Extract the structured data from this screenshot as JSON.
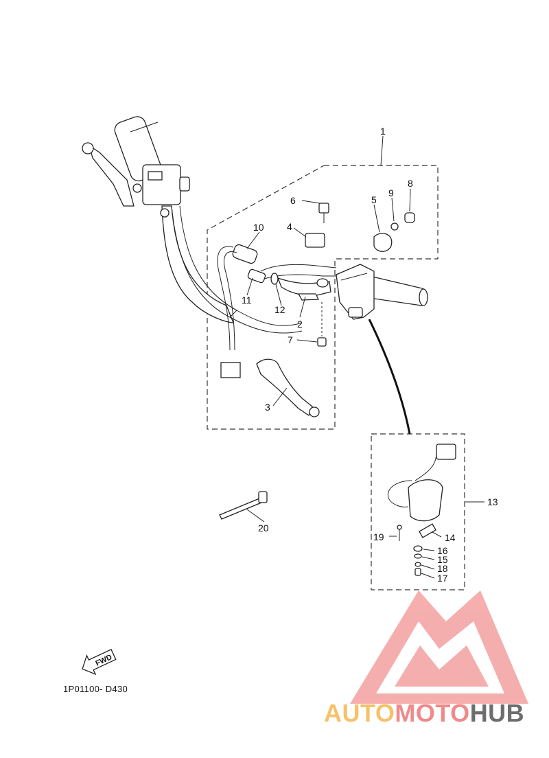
{
  "diagram": {
    "callouts": {
      "c1": "1",
      "c2": "2",
      "c3": "3",
      "c4": "4",
      "c5": "5",
      "c6": "6",
      "c7": "7",
      "c8": "8",
      "c9": "9",
      "c10": "10",
      "c11": "11",
      "c12": "12",
      "c13": "13",
      "c14": "14",
      "c15": "15",
      "c16": "16",
      "c17": "17",
      "c18": "18",
      "c19": "19",
      "c20": "20"
    },
    "fwd_label": "FWD",
    "drawing_code": "1P01100- D430"
  },
  "watermark": {
    "part1": "AUTO",
    "part2": "MOTO",
    "part3": "HUB",
    "colors": {
      "auto": "#f5c26b",
      "moto": "#f08a8a",
      "hub": "#6d6d6d",
      "logo": "#f4a0a0"
    }
  }
}
